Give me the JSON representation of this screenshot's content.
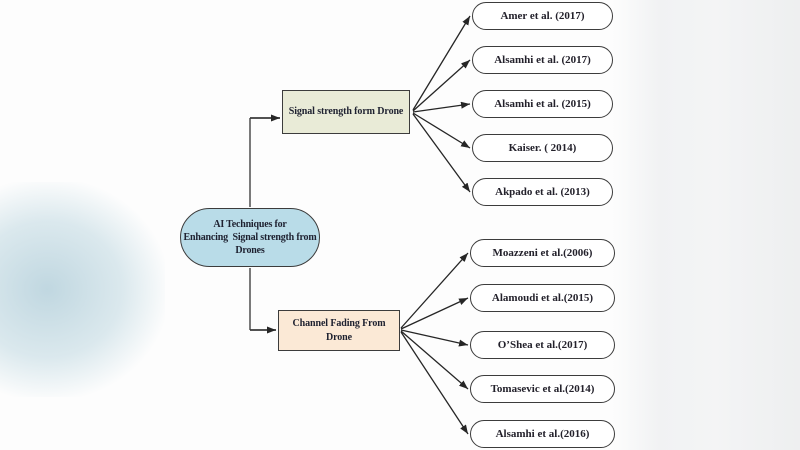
{
  "figure": {
    "type": "flow-diagram",
    "root": {
      "label": "AI Techniques for\nEnhancing  Signal strength from\nDrones"
    },
    "branches": [
      {
        "label": "Signal strength form Drone",
        "citations": [
          "Amer et al. (2017)",
          "Alsamhi et al. (2017)",
          "Alsamhi et al. (2015)",
          "Kaiser. ( 2014)",
          "Akpado et al. (2013)"
        ]
      },
      {
        "label": "Channel Fading From\nDrone",
        "citations": [
          "Moazzeni et al.(2006)",
          "Alamoudi et al.(2015)",
          "O’Shea et al.(2017)",
          "Tomasevic et al.(2014)",
          "Alsamhi et al.(2016)"
        ]
      }
    ],
    "colors": {
      "root_fill": "#b9dce8",
      "branch_signal_fill": "#e9ebd7",
      "branch_fading_fill": "#fbe9d6",
      "citation_fill": "#ffffff",
      "border": "#3c3c3c",
      "arrow": "#262626",
      "elbow_line": "#6b6b6b",
      "text": "#1e2130"
    }
  }
}
